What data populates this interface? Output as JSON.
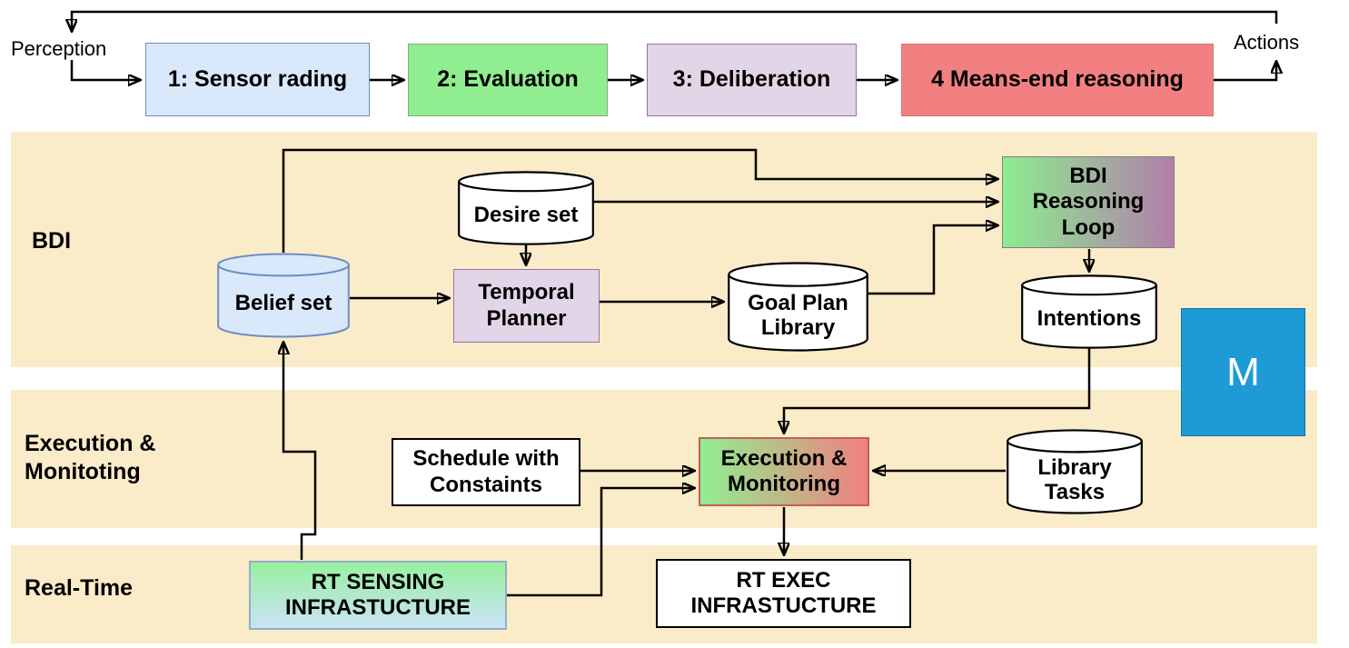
{
  "top_flow": {
    "perception_label": "Perception",
    "actions_label": "Actions",
    "steps": [
      {
        "label": "1: Sensor rading",
        "color": "#DAE8FC",
        "border": "#6C8EBF"
      },
      {
        "label": "2: Evaluation",
        "color": "#90EE90",
        "border": "#8AA58A"
      },
      {
        "label": "3: Deliberation",
        "color": "#E1D5E7",
        "border": "#9673A6"
      },
      {
        "label": "4 Means-end reasoning",
        "color": "#F38080",
        "border": "#D07878"
      }
    ]
  },
  "bands": {
    "fill_color": "#FAEBC9",
    "bdi": {
      "label": "BDI"
    },
    "exec": {
      "label": "Execution & Monitoting"
    },
    "rt": {
      "label": "Real-Time"
    }
  },
  "bdi": {
    "belief_set": "Belief set",
    "desire_set": "Desire set",
    "temporal_planner": "Temporal Planner",
    "goal_plan_library": "Goal Plan Library",
    "reasoning_loop": "BDI Reasoning Loop",
    "reasoning_loop_gradient": [
      "#8DED8F",
      "#B27FAB"
    ],
    "intentions": "Intentions"
  },
  "exec": {
    "schedule": "Schedule with Constaints",
    "exec_monitoring": "Execution & Monitoring",
    "exec_monitoring_gradient": [
      "#90EE90",
      "#F08080"
    ],
    "library_tasks": "Library Tasks"
  },
  "rt": {
    "sensing": "RT SENSING INFRASTUCTURE",
    "sensing_gradient": [
      "#97F0A0",
      "#CBE3F6"
    ],
    "exec": "RT EXEC INFRASTUCTURE"
  },
  "m_block": {
    "label": "M",
    "color": "#1E9AD6"
  }
}
